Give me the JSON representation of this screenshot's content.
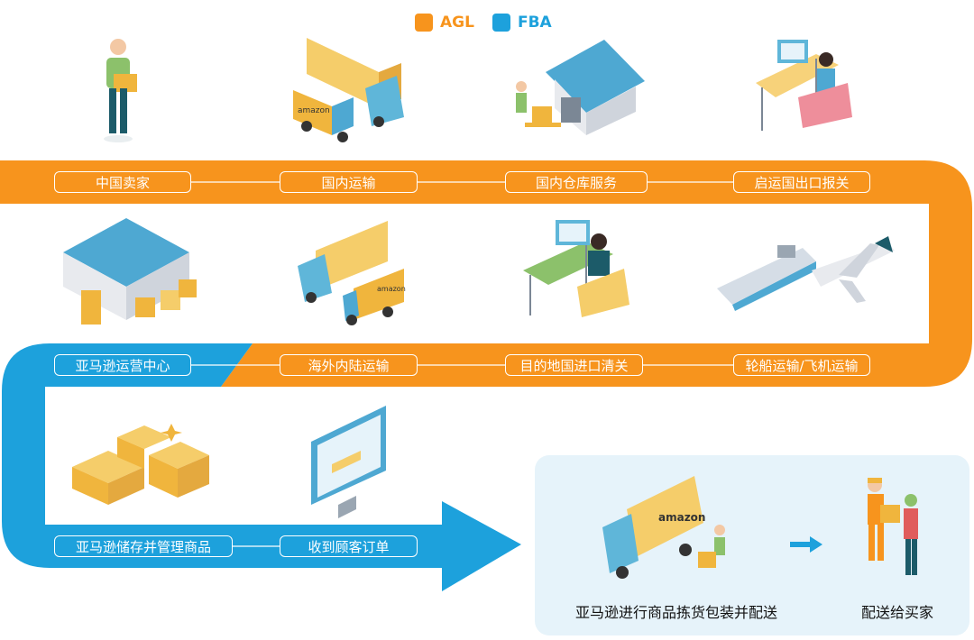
{
  "legend": [
    {
      "label": "AGL",
      "color": "#f7941d"
    },
    {
      "label": "FBA",
      "color": "#1da1dc"
    }
  ],
  "row1": [
    "中国卖家",
    "国内运输",
    "国内仓库服务",
    "启运国出口报关"
  ],
  "row2": [
    "亚马逊运营中心",
    "海外内陆运输",
    "目的地国进口清关",
    "轮船运输/飞机运输"
  ],
  "row3": [
    "亚马逊储存并管理商品",
    "收到顾客订单"
  ],
  "final": [
    "亚马逊进行商品拣货包装并配送",
    "配送给买家"
  ],
  "colors": {
    "agl": "#f7941d",
    "fba": "#1da1dc",
    "panel": "#e6f3fa"
  },
  "brand_text": "amazon"
}
